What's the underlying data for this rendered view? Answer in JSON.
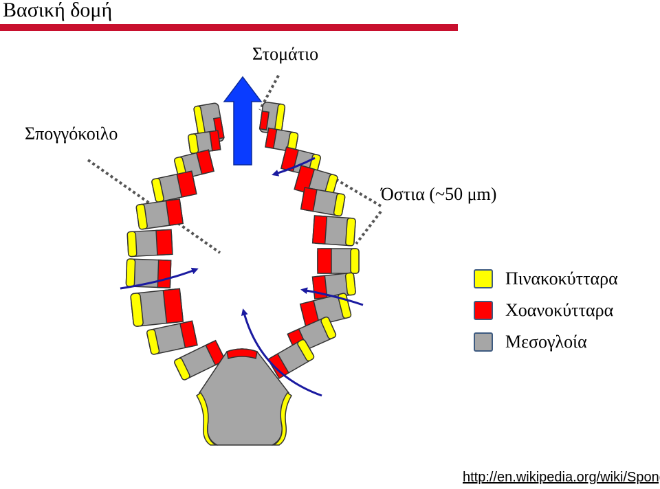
{
  "title": "Βασική δομή",
  "labels": {
    "mouth": "Στομάτιο",
    "cavity": "Σπογγόκοιλο",
    "ostia": "Όστια (~50 μm)"
  },
  "legend": [
    {
      "label": "Πινακοκύτταρα",
      "color": "#ffff00",
      "icon": "yellow-square"
    },
    {
      "label": "Χοανοκύτταρα",
      "color": "#ff0000",
      "icon": "red-square"
    },
    {
      "label": "Μεσογλοία",
      "color": "#a6a6a6",
      "icon": "gray-square"
    }
  ],
  "source_url": "http://en.wikipedia.org/wiki/Sponge",
  "colors": {
    "title_bar": "#c8102e",
    "pinacocyte": "#ffff00",
    "choanocyte": "#ff0000",
    "mesohyl": "#a6a6a6",
    "flow_arrow": "#1a1aa0",
    "osculum_arrow": "#0a3cff"
  }
}
